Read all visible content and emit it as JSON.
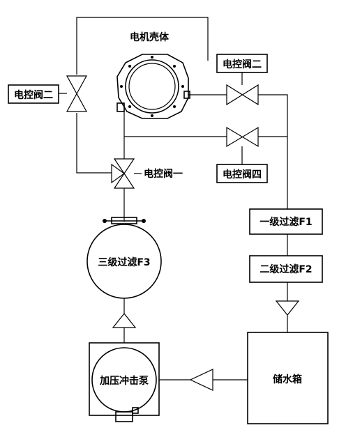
{
  "labels": {
    "motor_housing": "电机壳体",
    "valve2_left": "电控阀二",
    "valve2_right": "电控阀二",
    "valve1": "电控阀一",
    "valve4": "电控阀四",
    "filter1": "一级过滤F1",
    "filter2": "二级过滤F2",
    "filter3": "三级过滤F3",
    "pump": "加压冲击泵",
    "tank": "储水箱"
  }
}
